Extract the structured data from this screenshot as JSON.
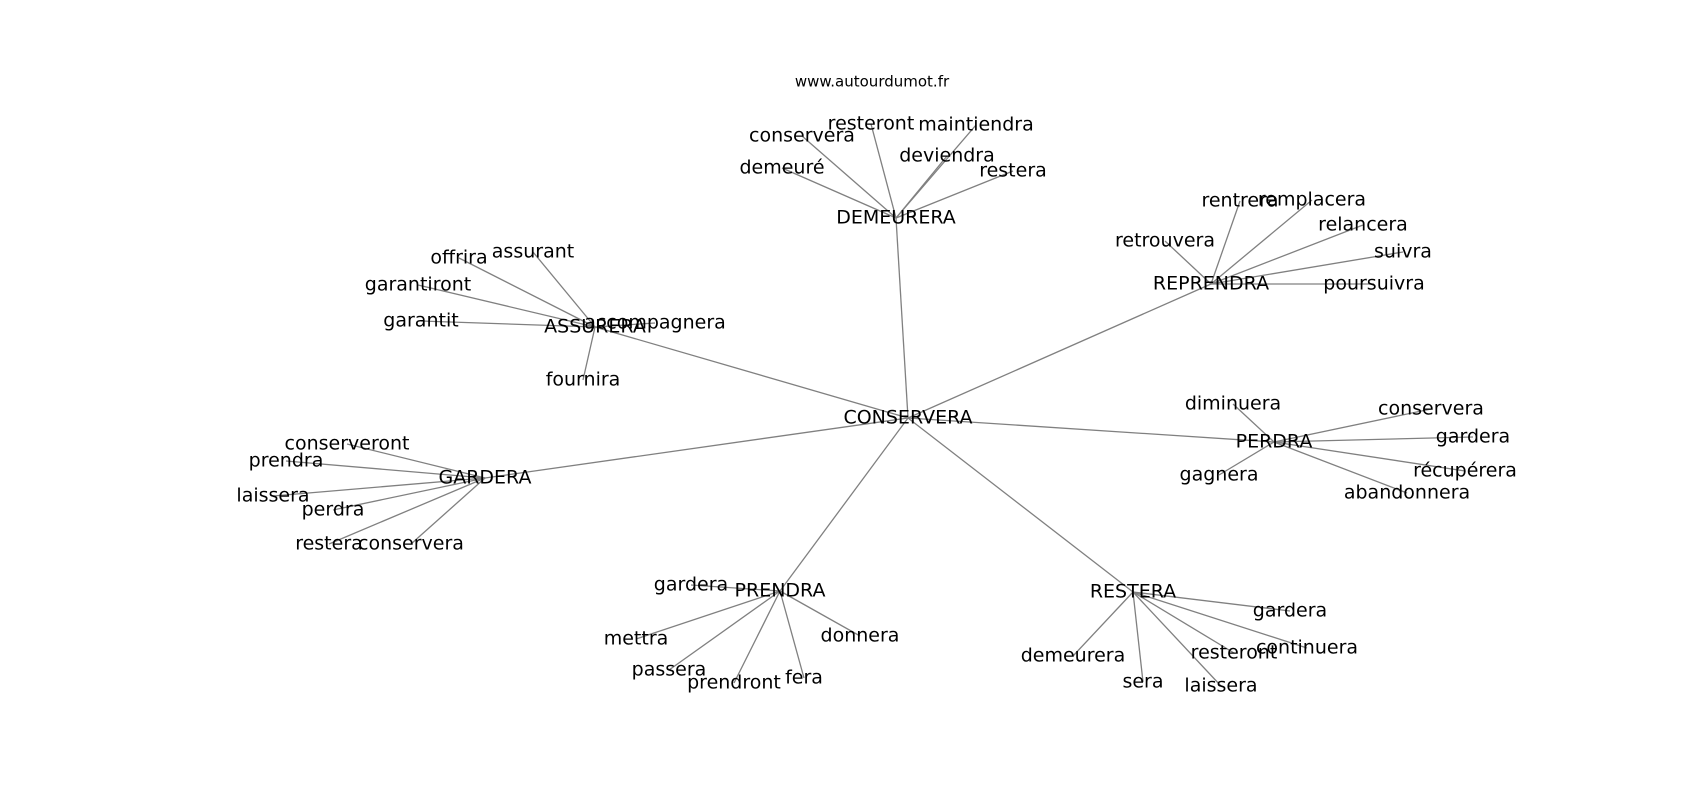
{
  "source": "www.autourdumot.fr",
  "root": "CONSERVERA",
  "clusters": [
    {
      "id": "demeurera",
      "label": "DEMEURERA",
      "words": [
        "demeuré",
        "conservera",
        "resteront",
        "maintiendra",
        "deviendra",
        "restera"
      ]
    },
    {
      "id": "reprendra",
      "label": "REPRENDRA",
      "words": [
        "retrouvera",
        "rentrera",
        "remplacera",
        "relancera",
        "suivra",
        "poursuivra"
      ]
    },
    {
      "id": "assurera",
      "label": "ASSURERA",
      "words": [
        "offrira",
        "assurant",
        "garantiront",
        "garantit",
        "accompagnera",
        "fournira"
      ]
    },
    {
      "id": "gardera",
      "label": "GARDERA",
      "words": [
        "conserveront",
        "prendra",
        "laissera",
        "perdra",
        "restera",
        "conservera"
      ]
    },
    {
      "id": "perdra",
      "label": "PERDRA",
      "words": [
        "diminuera",
        "conservera",
        "gardera",
        "gagnera",
        "récupérera",
        "abandonnera"
      ]
    },
    {
      "id": "prendra",
      "label": "PRENDRA",
      "words": [
        "gardera",
        "mettra",
        "passera",
        "prendront",
        "fera",
        "donnera"
      ]
    },
    {
      "id": "restera",
      "label": "RESTERA",
      "words": [
        "gardera",
        "continuera",
        "resteront",
        "demeurera",
        "sera",
        "laissera"
      ]
    }
  ]
}
